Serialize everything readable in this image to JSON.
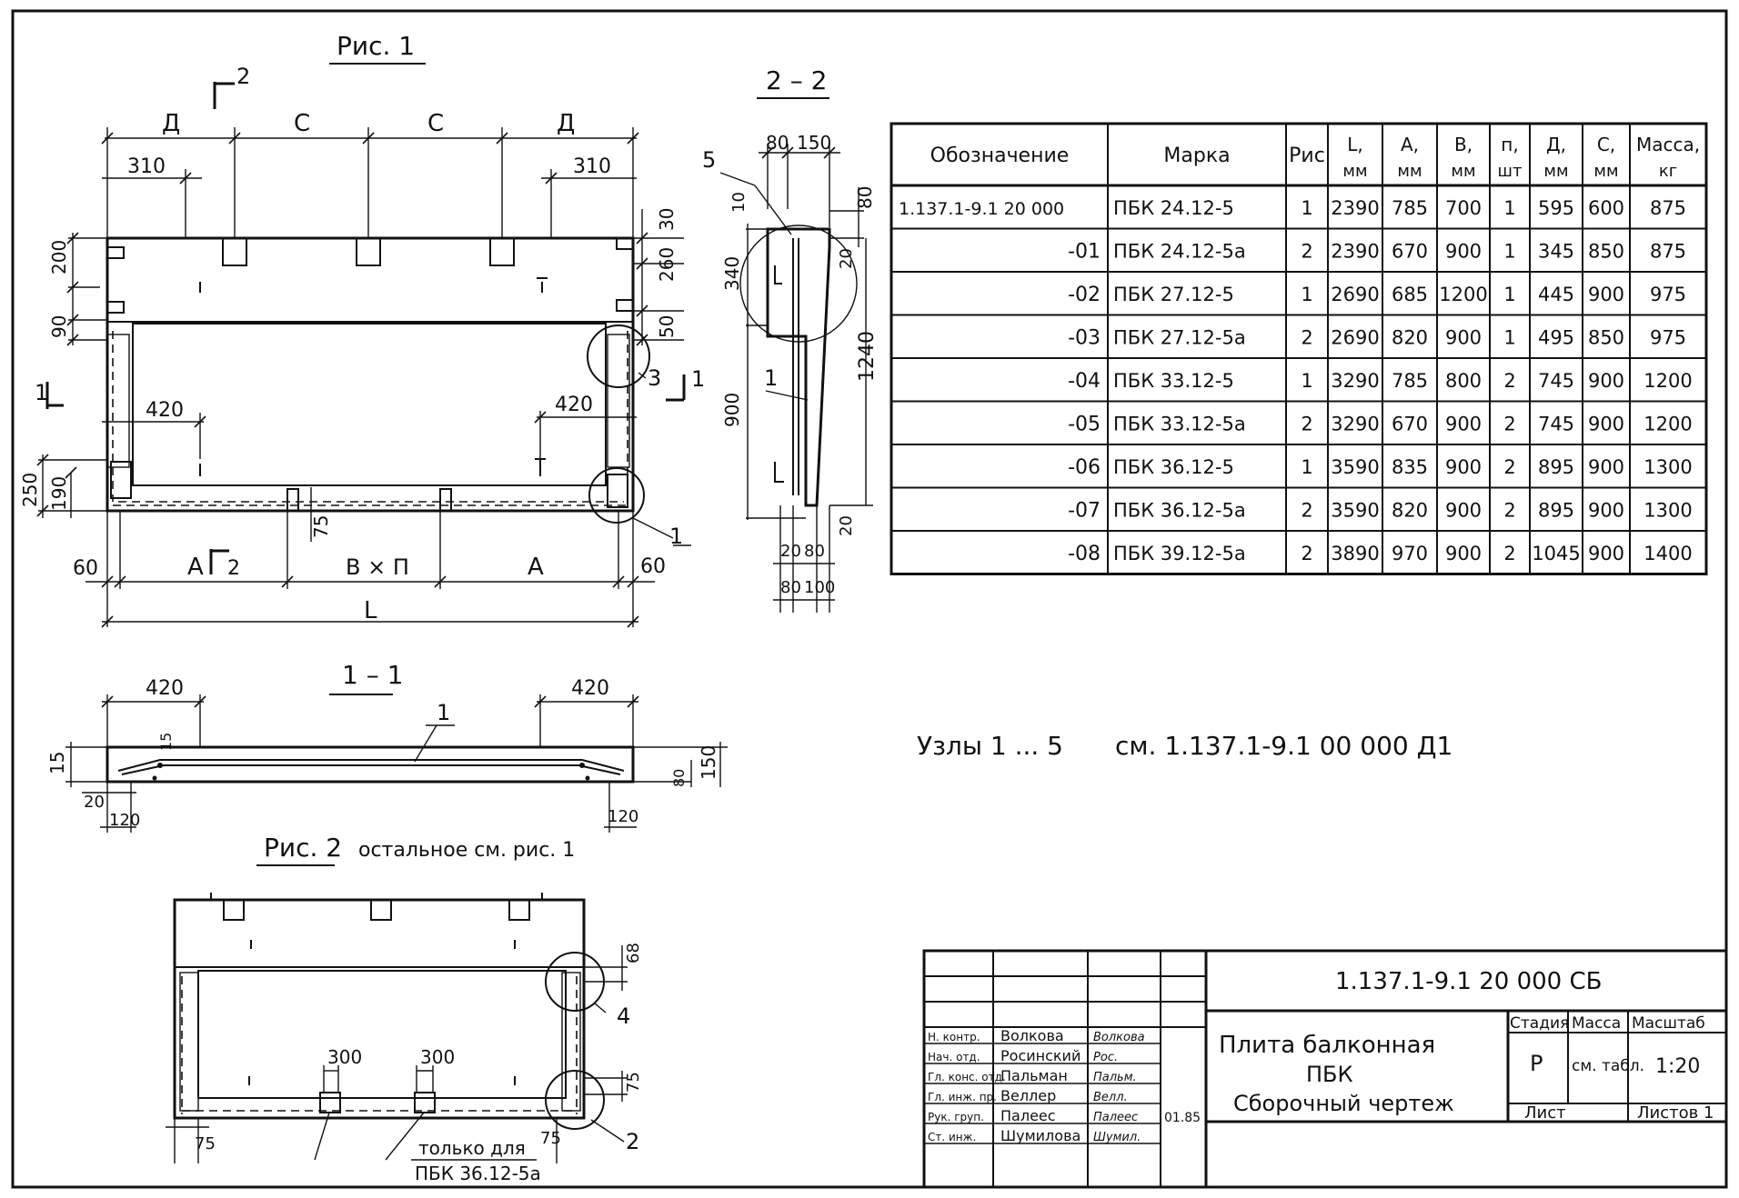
{
  "fig1": {
    "title": "Рис. 1",
    "section_22_mark": "2",
    "dims": {
      "d_left": "Д",
      "c1": "С",
      "c2": "С",
      "d_right": "Д",
      "w310_left": "310",
      "w310_right": "310",
      "h200": "200",
      "h90": "90",
      "h250": "250",
      "h190": "190",
      "h30": "30",
      "h260": "260",
      "h50": "50",
      "w420_left": "420",
      "w420_right": "420",
      "h75": "75",
      "w60_left": "60",
      "w60_right": "60",
      "a_left": "А",
      "bxn": "В × П",
      "a_right": "А",
      "l": "L",
      "sec1_left": "1",
      "sec1_right": "1",
      "sec2_bottom": "2",
      "node3": "3",
      "node1": "1"
    }
  },
  "sec22": {
    "title": "2 – 2",
    "dims": {
      "w80": "80",
      "w150": "150",
      "h10": "10",
      "h80": "80",
      "h20a": "20",
      "h340": "340",
      "h1240": "1240",
      "h900": "900",
      "h20b": "20",
      "b20": "20",
      "b80": "80",
      "b80b": "80",
      "b100": "100"
    },
    "labels": {
      "pos5": "5",
      "pos1": "1"
    }
  },
  "sec11": {
    "title": "1 – 1",
    "dims": {
      "w420_left": "420",
      "w420_right": "420",
      "h15_left": "15",
      "h15_inner": "15",
      "h80": "80",
      "h150": "150",
      "w20": "20",
      "w120_left": "120",
      "w120_right": "120"
    },
    "labels": {
      "pos1": "1"
    }
  },
  "fig2": {
    "title": "Рис. 2",
    "note": "остальное см. рис. 1",
    "dims": {
      "w300_left": "300",
      "w300_right": "300",
      "h68": "68",
      "h75": "75",
      "w75_left": "75",
      "w75_right": "75"
    },
    "labels": {
      "node4": "4",
      "node2": "2",
      "only_for": "только для",
      "only_for_mark": "ПБК 36.12-5а"
    }
  },
  "spec_table": {
    "headers": [
      {
        "main": "Обозначение",
        "unit": ""
      },
      {
        "main": "Марка",
        "unit": ""
      },
      {
        "main": "Рис",
        "unit": ""
      },
      {
        "main": "L,",
        "unit": "мм"
      },
      {
        "main": "А,",
        "unit": "мм"
      },
      {
        "main": "В,",
        "unit": "мм"
      },
      {
        "main": "п,",
        "unit": "шт"
      },
      {
        "main": "Д,",
        "unit": "мм"
      },
      {
        "main": "С,",
        "unit": "мм"
      },
      {
        "main": "Масса,",
        "unit": "кг"
      }
    ],
    "rows": [
      [
        "1.137.1-9.1 20 000",
        "ПБК 24.12-5",
        "1",
        "2390",
        "785",
        "700",
        "1",
        "595",
        "600",
        "875"
      ],
      [
        "-01",
        "ПБК 24.12-5а",
        "2",
        "2390",
        "670",
        "900",
        "1",
        "345",
        "850",
        "875"
      ],
      [
        "-02",
        "ПБК 27.12-5",
        "1",
        "2690",
        "685",
        "1200",
        "1",
        "445",
        "900",
        "975"
      ],
      [
        "-03",
        "ПБК 27.12-5а",
        "2",
        "2690",
        "820",
        "900",
        "1",
        "495",
        "850",
        "975"
      ],
      [
        "-04",
        "ПБК 33.12-5",
        "1",
        "3290",
        "785",
        "800",
        "2",
        "745",
        "900",
        "1200"
      ],
      [
        "-05",
        "ПБК 33.12-5а",
        "2",
        "3290",
        "670",
        "900",
        "2",
        "745",
        "900",
        "1200"
      ],
      [
        "-06",
        "ПБК 36.12-5",
        "1",
        "3590",
        "835",
        "900",
        "2",
        "895",
        "900",
        "1300"
      ],
      [
        "-07",
        "ПБК 36.12-5а",
        "2",
        "3590",
        "820",
        "900",
        "2",
        "895",
        "900",
        "1300"
      ],
      [
        "-08",
        "ПБК 39.12-5а",
        "2",
        "3890",
        "970",
        "900",
        "2",
        "1045",
        "900",
        "1400"
      ]
    ]
  },
  "nodes_note": {
    "label": "Узлы 1 ... 5",
    "ref": "см. 1.137.1-9.1 00 000 Д1"
  },
  "title_block": {
    "doc_code": "1.137.1-9.1  20 000 СБ",
    "title_line1": "Плита балконная",
    "title_line2": "ПБК",
    "title_line3": "Сборочный чертеж",
    "stage_label": "Стадия",
    "mass_label": "Масса",
    "scale_label": "Масштаб",
    "stage_value": "Р",
    "mass_value": "см. табл.",
    "scale_value": "1:20",
    "sheet_label": "Лист",
    "sheets_label": "Листов 1",
    "date": "01.85",
    "people": [
      {
        "role": "Н. контр.",
        "name": "Волкова",
        "sign": "Волкова"
      },
      {
        "role": "Нач. отд.",
        "name": "Росинский",
        "sign": "Рос."
      },
      {
        "role": "Гл. конс. отд.",
        "name": "Пальман",
        "sign": "Пальм."
      },
      {
        "role": "Гл. инж. пр.",
        "name": "Веллер",
        "sign": "Велл."
      },
      {
        "role": "Рук. груп.",
        "name": "Палеес",
        "sign": "Палеес"
      },
      {
        "role": "Ст. инж.",
        "name": "Шумилова",
        "sign": "Шумил."
      }
    ]
  }
}
